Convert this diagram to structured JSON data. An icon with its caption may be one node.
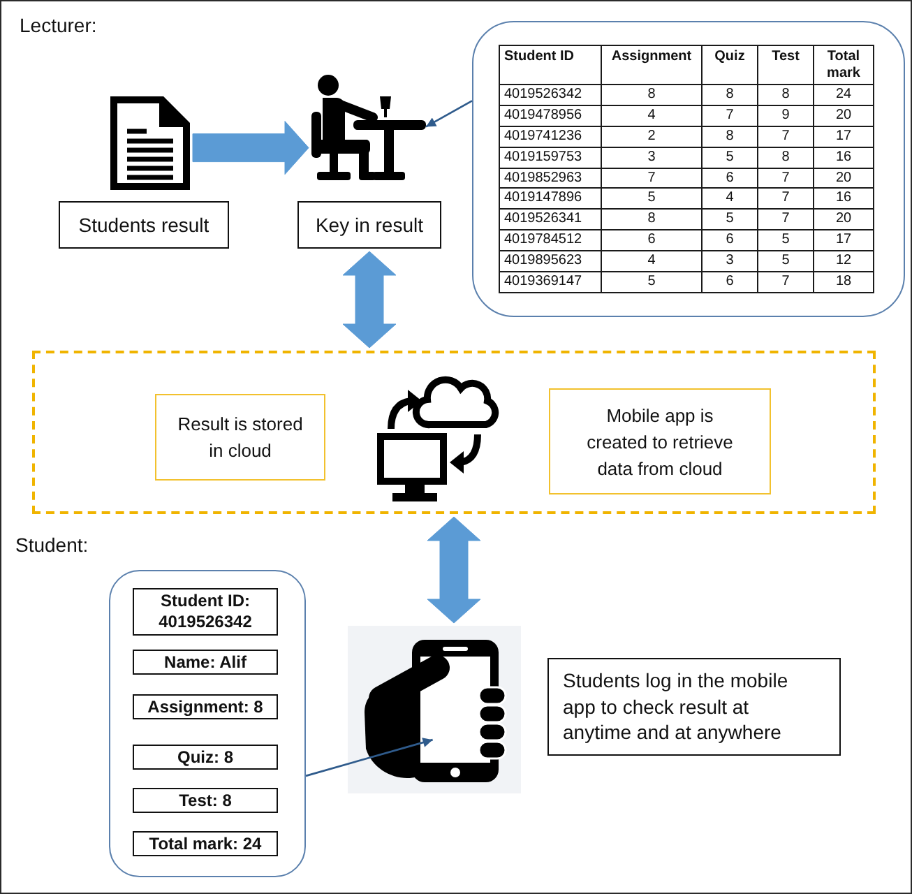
{
  "diagram": {
    "nodes": [
      {
        "text": [],
        "shape": "picture"
      },
      {
        "text": [
          "Students result"
        ]
      },
      {
        "text": [],
        "shape": "picture"
      },
      {
        "text": [
          "Key in result"
        ]
      },
      {
        "text": [],
        "shape": "box"
      },
      {
        "text": [],
        "shape": "box"
      },
      {
        "text": [
          "Result is stored in cloud"
        ],
        "in": 5
      },
      {
        "text": [],
        "shape": "picture",
        "in": 5
      },
      {
        "text": [
          "Mobile app is created to retrieve data from cloud"
        ],
        "in": 5
      },
      {
        "text": [],
        "shape": "box"
      },
      {
        "text": [
          "Student ID: 4019526342"
        ],
        "in": 9
      },
      {
        "text": [
          "Name: Alif"
        ],
        "in": 9
      },
      {
        "text": [
          "Assignment: 8"
        ],
        "in": 9
      },
      {
        "text": [
          "Quiz: 8"
        ],
        "in": 9
      },
      {
        "text": [
          "Test: 8"
        ],
        "in": 9
      },
      {
        "text": [
          "Total mark: 24"
        ],
        "in": 9
      },
      {
        "text": [],
        "shape": "picture"
      },
      {
        "text": [
          "Students log in the mobile app to check result at anytime and at anywhere"
        ]
      }
    ],
    "edges": [
      {
        "from": 0,
        "to": 2,
        "arrow": "to",
        "style": "thick"
      },
      {
        "from": 4,
        "to": 2,
        "arrow": "to",
        "color": "#2f5b8c"
      },
      {
        "from": 3,
        "to": 5,
        "arrow": "both",
        "style": "thick"
      },
      {
        "from": 5,
        "to": 16,
        "arrow": "both",
        "style": "thick"
      },
      {
        "from": 9,
        "to": 16,
        "arrow": "to",
        "color": "#2f5b8c"
      }
    ],
    "labels": [
      "Lecturer:",
      "Student ID",
      "Assignment",
      "Quiz",
      "Test",
      "Total mark",
      "4019526342",
      "8",
      "8",
      "8",
      "24",
      "4019478956",
      "4",
      "7",
      "9",
      "20",
      "4019741236",
      "2",
      "8",
      "7",
      "17",
      "4019159753",
      "3",
      "5",
      "8",
      "16",
      "4019852963",
      "7",
      "6",
      "7",
      "20",
      "4019147896",
      "5",
      "4",
      "7",
      "16",
      "4019526341",
      "8",
      "5",
      "7",
      "20",
      "4019784512",
      "6",
      "6",
      "5",
      "17",
      "4019895623",
      "4",
      "3",
      "5",
      "12",
      "4019369147",
      "5",
      "6",
      "7",
      "18",
      "Student:"
    ]
  }
}
